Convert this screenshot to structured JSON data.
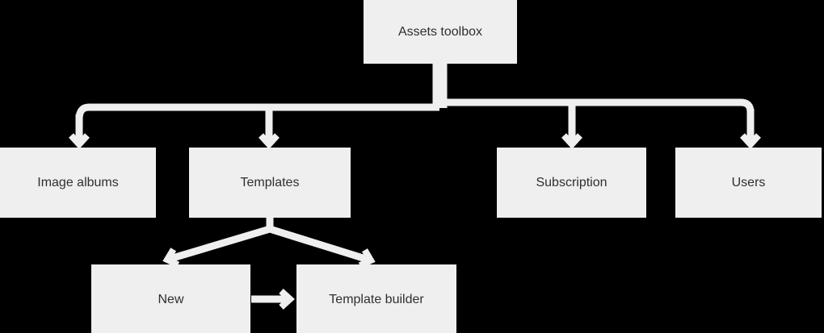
{
  "diagram": {
    "type": "flowchart",
    "colors": {
      "background": "#000000",
      "node_fill": "#efefef",
      "node_text": "#2f2f2f",
      "connector": "#efefef"
    },
    "nodes": {
      "assets_toolbox": {
        "label": "Assets toolbox"
      },
      "image_albums": {
        "label": "Image albums"
      },
      "templates": {
        "label": "Templates"
      },
      "subscription": {
        "label": "Subscription"
      },
      "users": {
        "label": "Users"
      },
      "new": {
        "label": "New"
      },
      "template_builder": {
        "label": "Template builder"
      }
    },
    "edges": [
      {
        "from": "Assets toolbox",
        "to": "Image albums",
        "arrowhead": "chevron-down"
      },
      {
        "from": "Assets toolbox",
        "to": "Templates",
        "arrowhead": "chevron-down"
      },
      {
        "from": "Assets toolbox",
        "to": "Subscription",
        "arrowhead": "chevron-down"
      },
      {
        "from": "Assets toolbox",
        "to": "Users",
        "arrowhead": "chevron-down"
      },
      {
        "from": "Templates",
        "to": "New",
        "arrowhead": "chevron-diagonal"
      },
      {
        "from": "Templates",
        "to": "Template builder",
        "arrowhead": "chevron-diagonal"
      },
      {
        "from": "New",
        "to": "Template builder",
        "arrowhead": "chevron-right"
      }
    ]
  }
}
